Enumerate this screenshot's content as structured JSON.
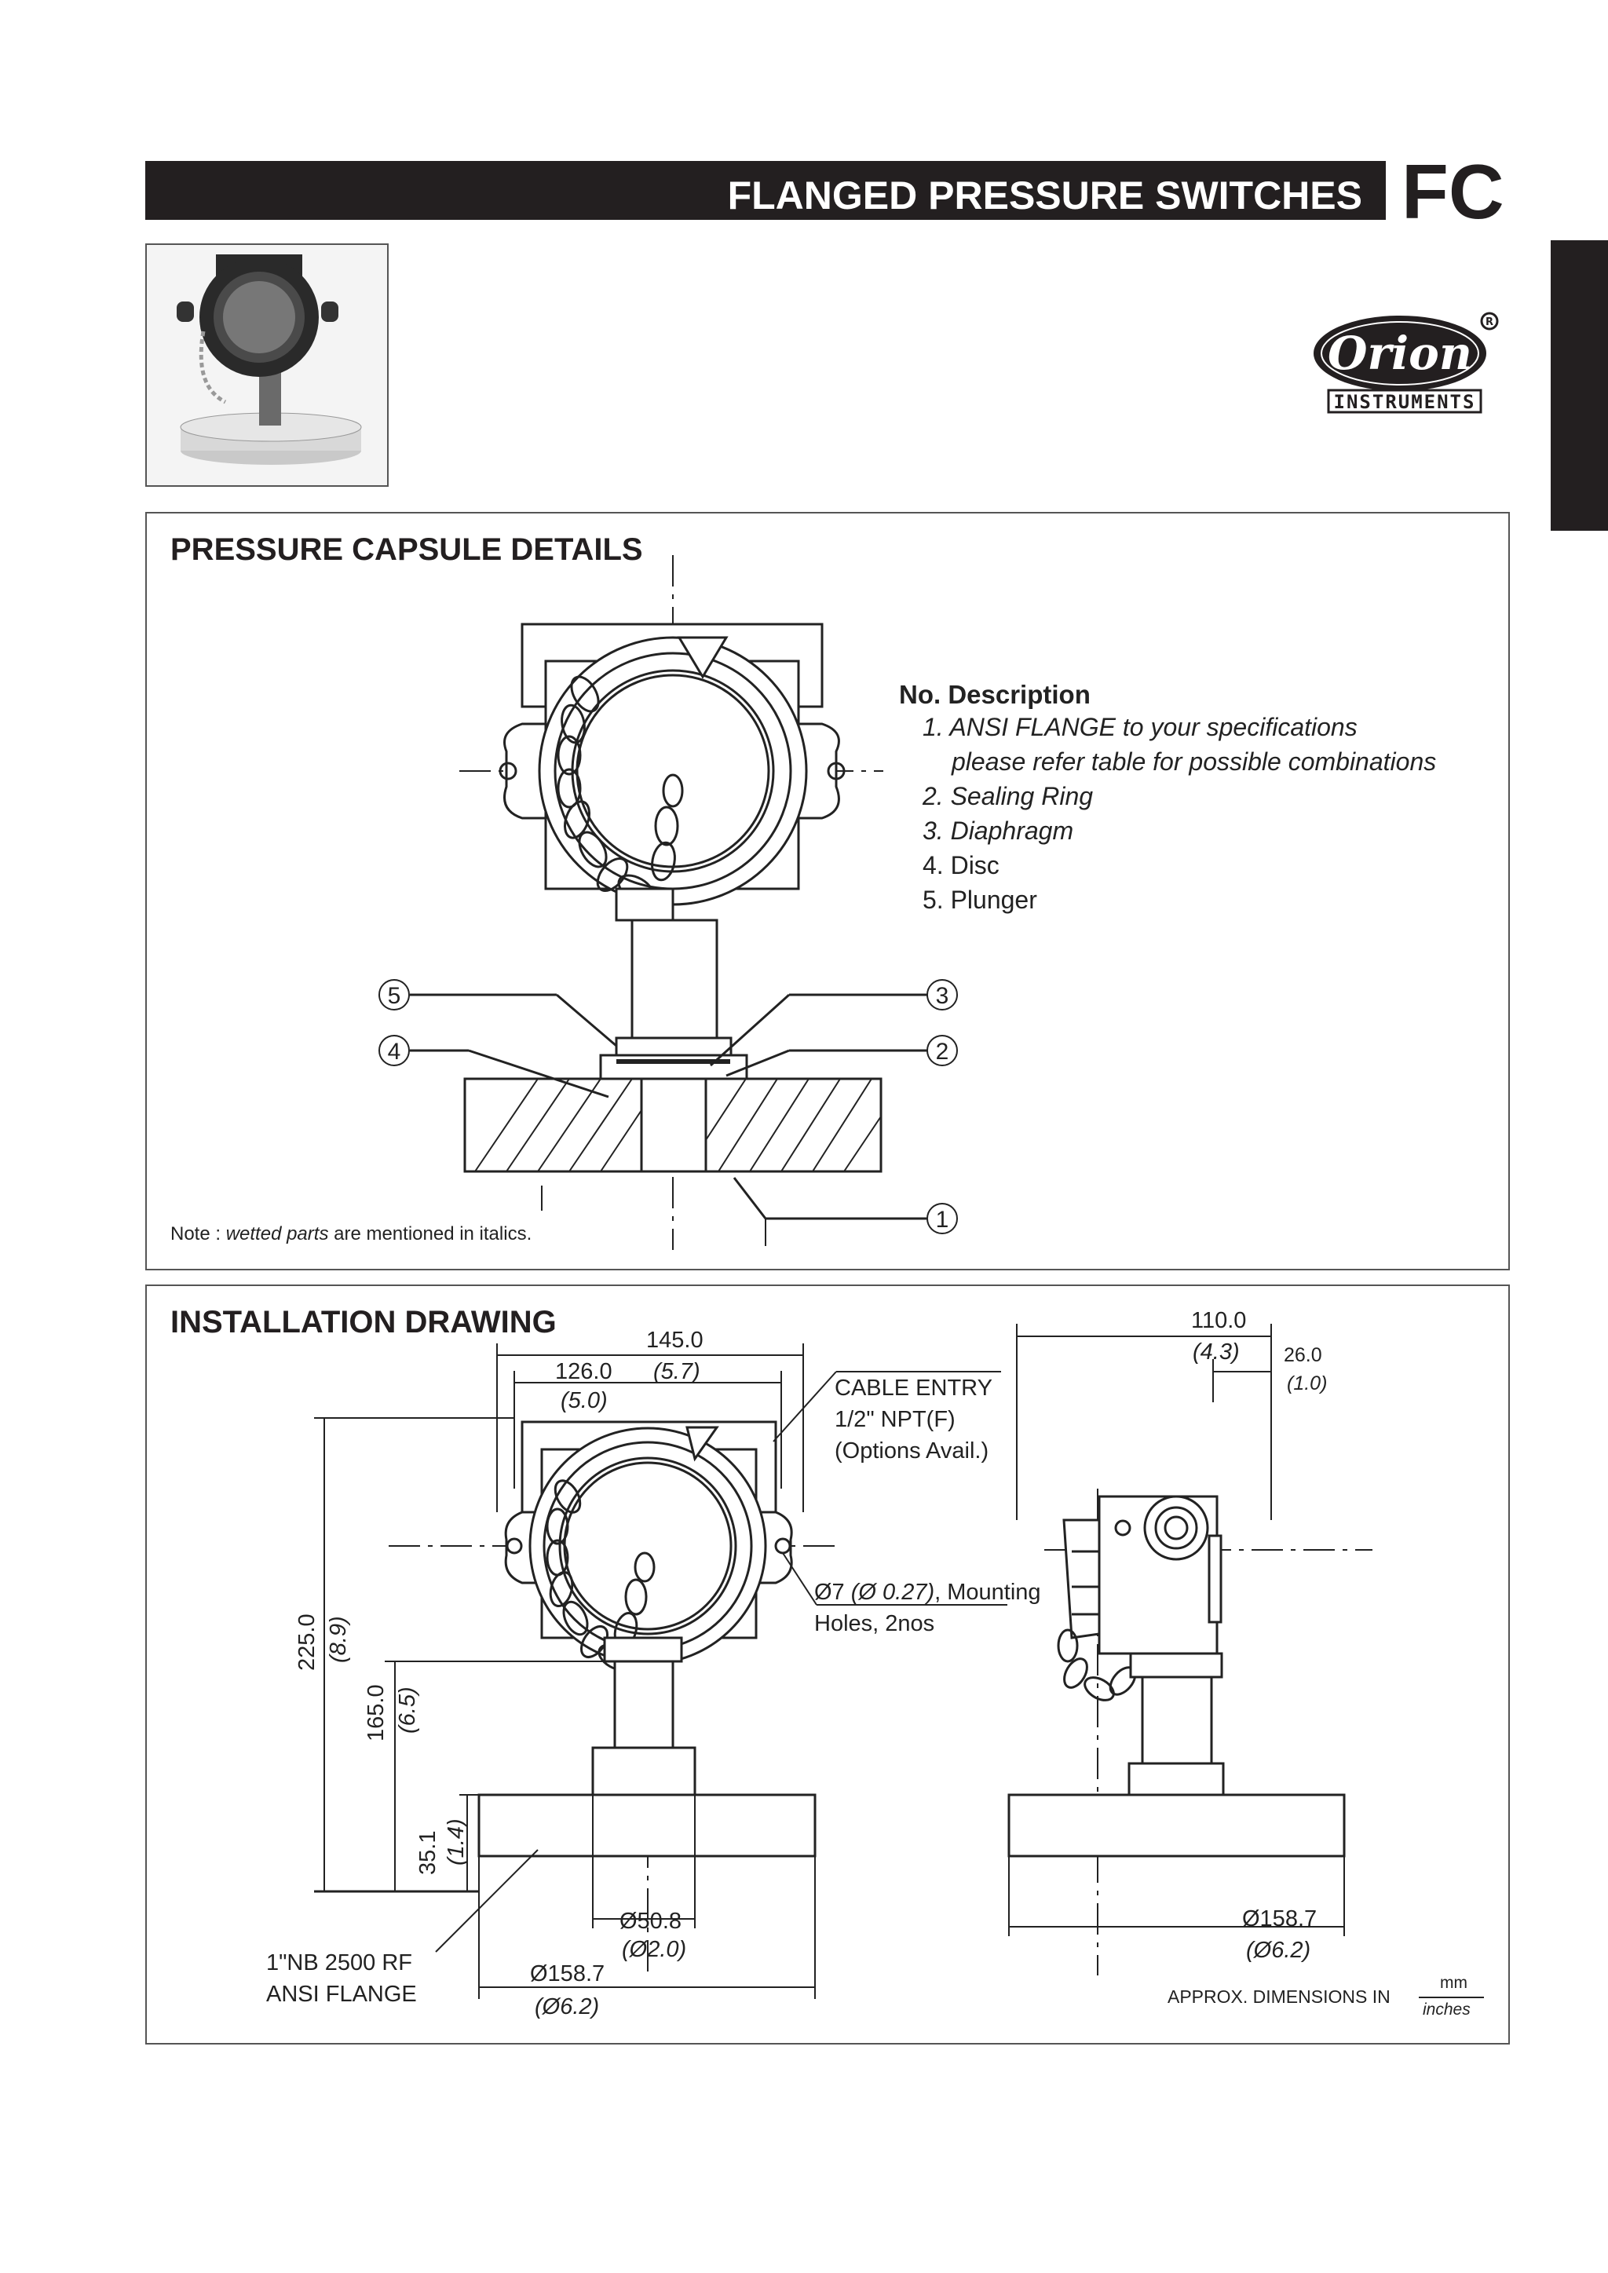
{
  "header": {
    "title": "FLANGED PRESSURE SWITCHES",
    "code": "FC"
  },
  "logo": {
    "brand": "Orion",
    "sub": "INSTRUMENTS"
  },
  "capsule": {
    "title": "PRESSURE CAPSULE DETAILS",
    "desc_header": "No. Description",
    "items": [
      {
        "no": "1.",
        "text": "ANSI FLANGE to your specifications",
        "text2": "please refer table for possible combinations",
        "italic": true
      },
      {
        "no": "2.",
        "text": "Sealing Ring",
        "italic": true
      },
      {
        "no": "3.",
        "text": "Diaphragm",
        "italic": true
      },
      {
        "no": "4.",
        "text": "Disc",
        "italic": false
      },
      {
        "no": "5.",
        "text": "Plunger",
        "italic": false
      }
    ],
    "callouts": [
      "1",
      "2",
      "3",
      "4",
      "5"
    ],
    "note_prefix": "Note : ",
    "note_italic": "wetted parts",
    "note_suffix": " are mentioned in italics."
  },
  "install": {
    "title": "INSTALLATION DRAWING",
    "dims": {
      "w145": "145.0",
      "w145_in": "(5.7)",
      "w126": "126.0",
      "w126_in": "(5.0)",
      "h225": "225.0",
      "h225_in": "(8.9)",
      "h165": "165.0",
      "h165_in": "(6.5)",
      "h35": "35.1",
      "h35_in": "(1.4)",
      "d50": "Ø50.8",
      "d50_in": "(Ø2.0)",
      "d158": "Ø158.7",
      "d158_in": "(Ø6.2)",
      "w110": "110.0",
      "w110_in": "(4.3)",
      "w26": "26.0",
      "w26_in": "(1.0)",
      "side_d158": "Ø158.7",
      "side_d158_in": "(Ø6.2)"
    },
    "cable_entry": [
      "CABLE ENTRY",
      "1/2\" NPT(F)",
      "(Options Avail.)"
    ],
    "mounting_a": "Ø7 ",
    "mounting_b": "(Ø 0.27)",
    "mounting_c": ", Mounting",
    "mounting_2": "Holes, 2nos",
    "flange_label": [
      "1\"NB 2500 RF",
      "ANSI FLANGE"
    ],
    "approx": "APPROX. DIMENSIONS IN",
    "unit_top": "mm",
    "unit_bottom": "inches"
  }
}
